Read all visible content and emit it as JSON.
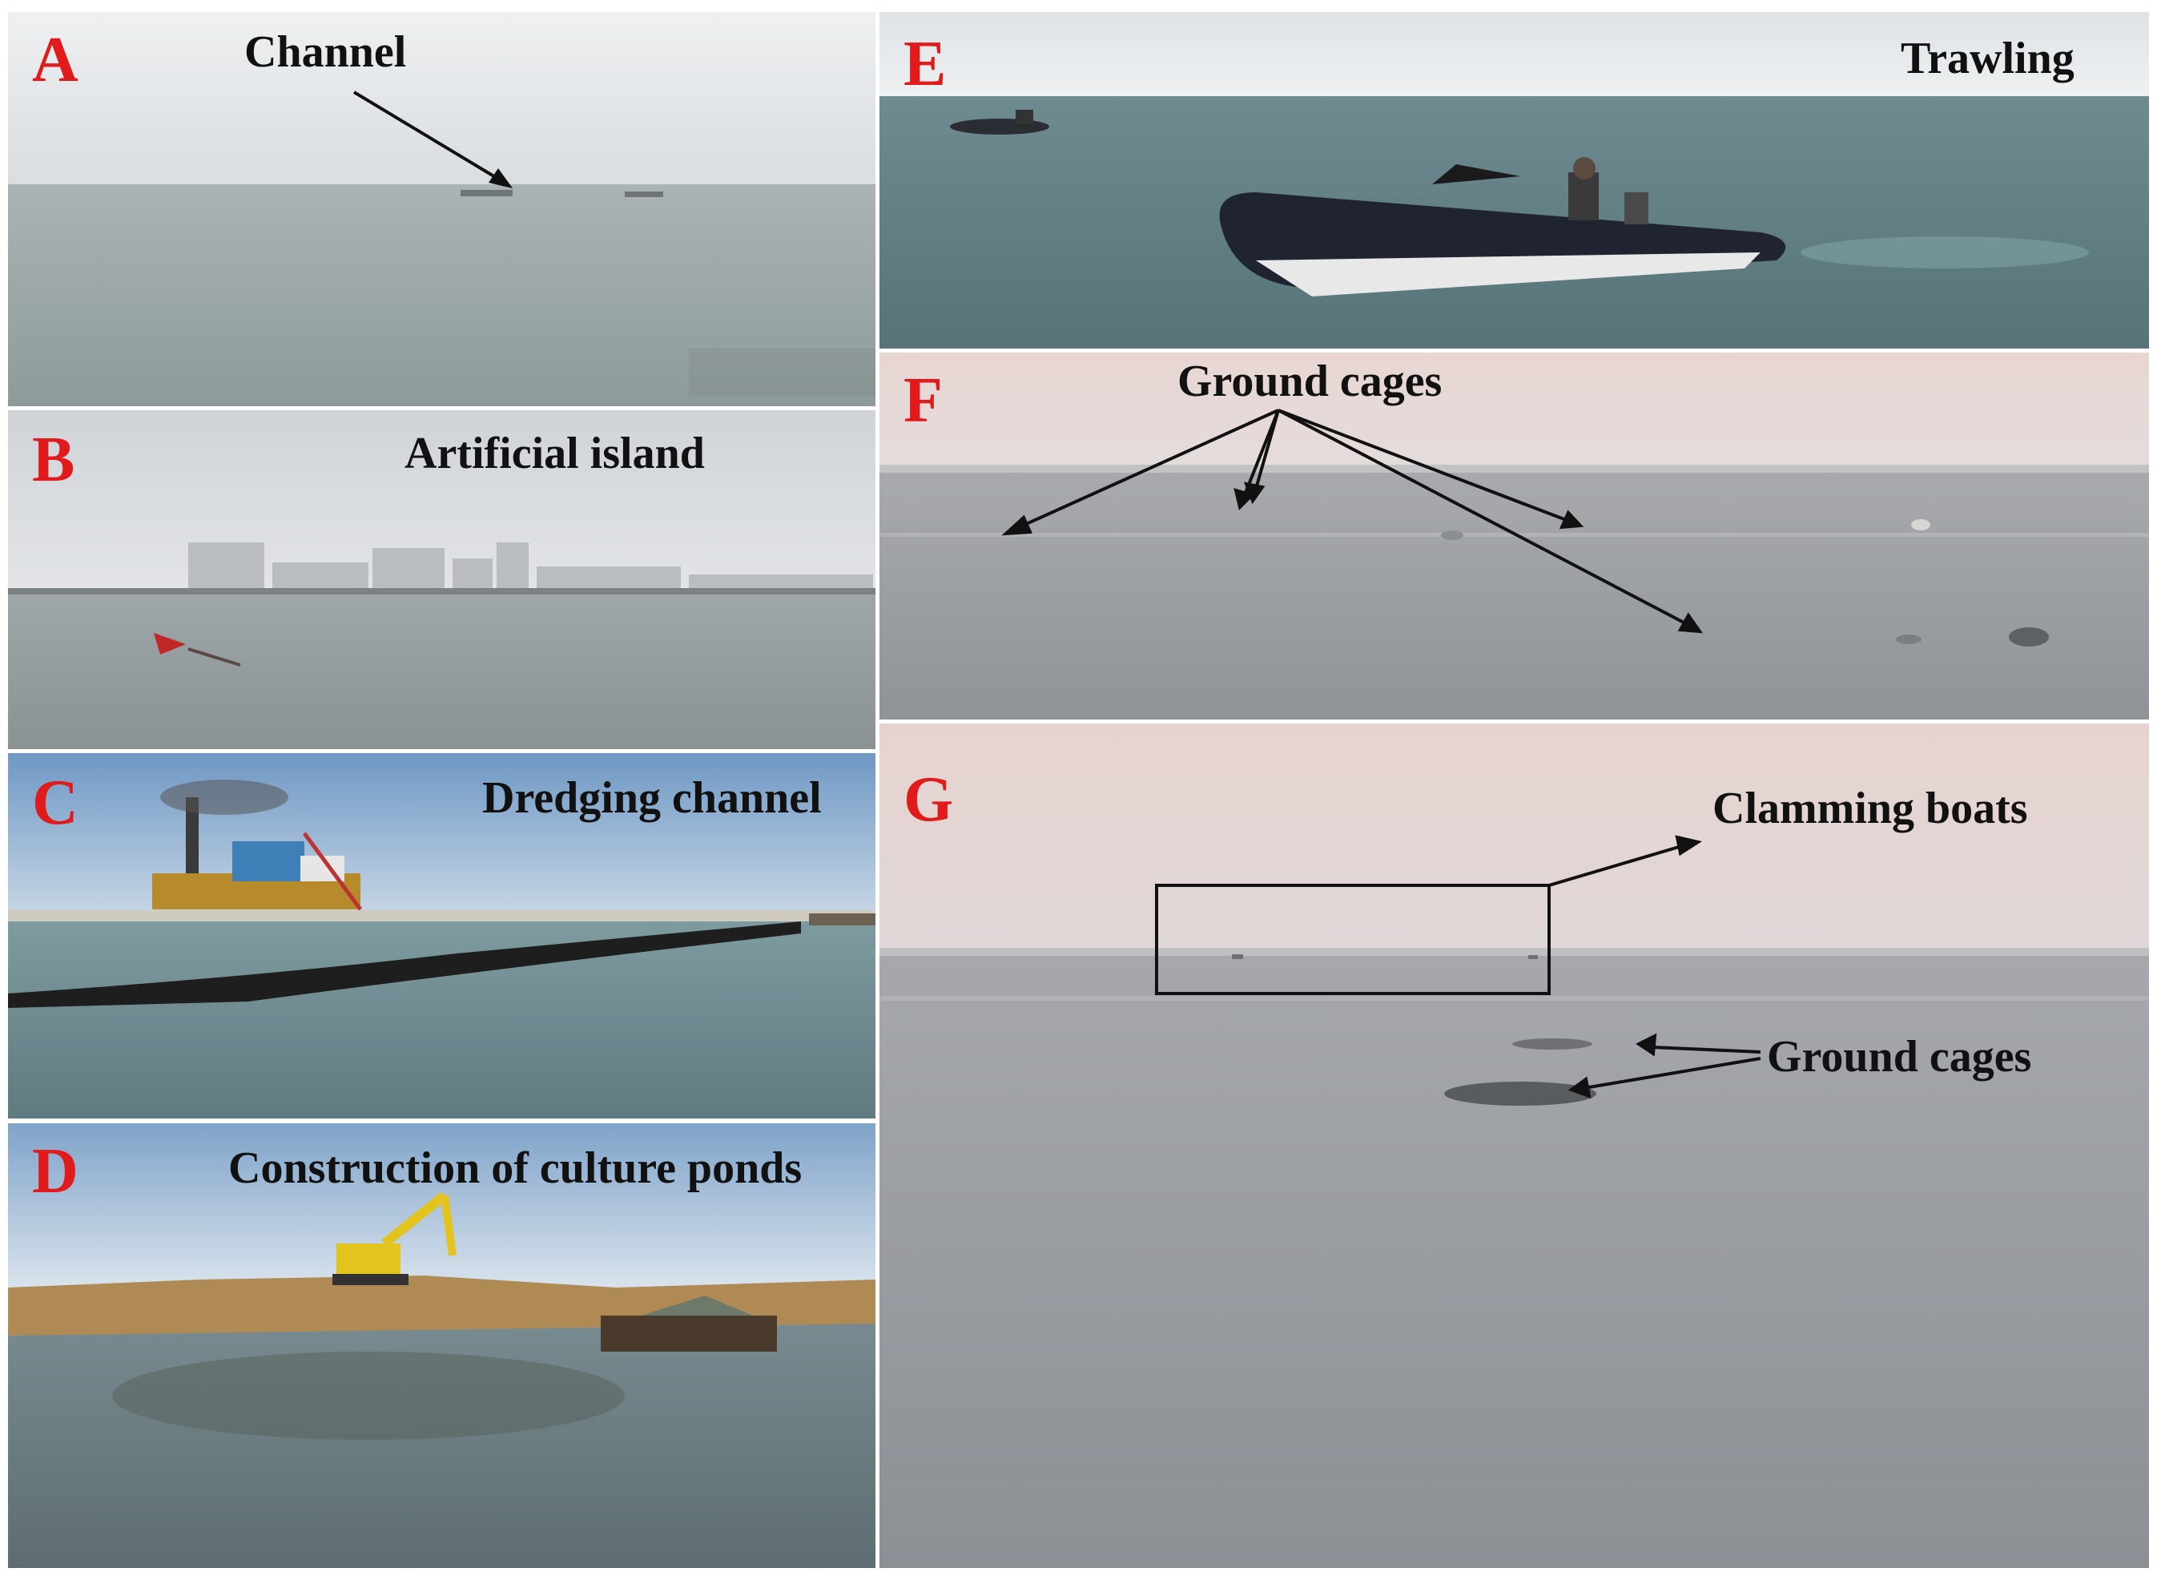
{
  "panels": {
    "a": {
      "letter": "A",
      "caption": "Channel"
    },
    "b": {
      "letter": "B",
      "caption": "Artificial island"
    },
    "c": {
      "letter": "C",
      "caption": "Dredging channel"
    },
    "d": {
      "letter": "D",
      "caption": "Construction of culture ponds"
    },
    "e": {
      "letter": "E",
      "caption": "Trawling"
    },
    "f": {
      "letter": "F",
      "caption": "Ground cages"
    },
    "g": {
      "letter": "G",
      "caption_boats": "Clamming boats",
      "caption_cages": "Ground cages"
    }
  },
  "colors": {
    "letter": "#e11b1b",
    "caption": "#111111",
    "sea_grey": "#9aa3a6",
    "sky_pale": "#e9eaec",
    "sky_pink": "#e3d2cf",
    "sea_blue": "#6f8c93"
  }
}
